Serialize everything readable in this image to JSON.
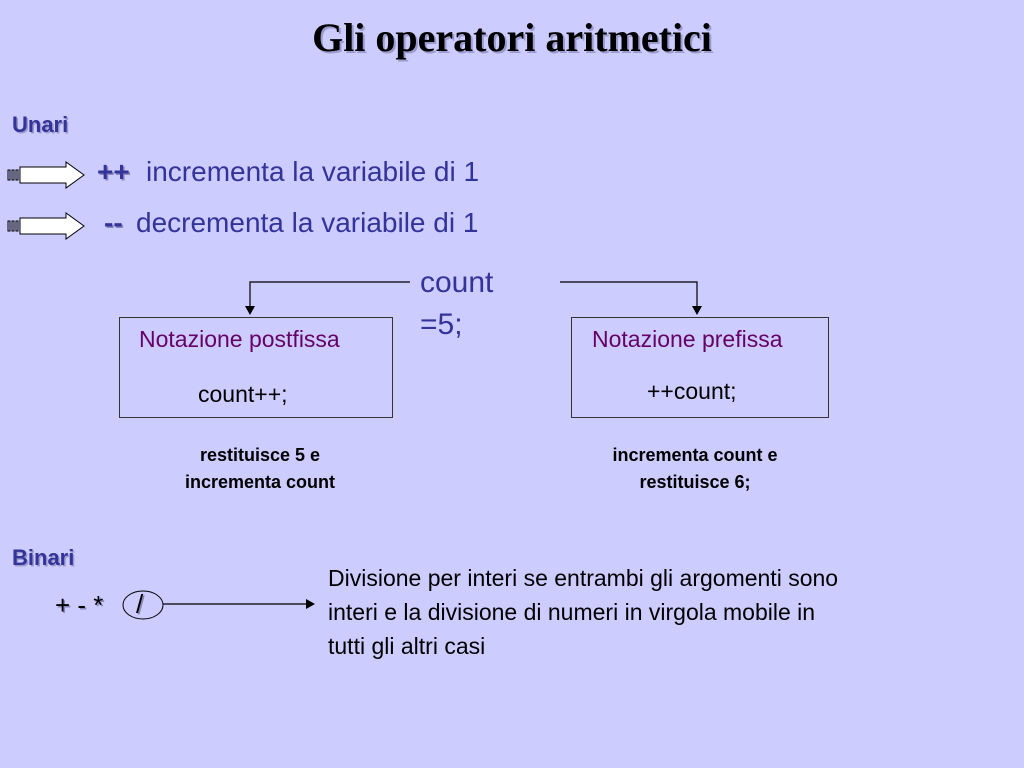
{
  "title": "Gli operatori aritmetici",
  "unari": {
    "heading": "Unari",
    "items": [
      {
        "symbol": "++",
        "text": "incrementa la variabile di 1"
      },
      {
        "symbol": "--",
        "text": "decrementa la variabile di 1"
      }
    ]
  },
  "example": {
    "center_line1": "count",
    "center_line2": "=5;",
    "postfix": {
      "title": "Notazione postfissa",
      "code": "count++;",
      "note_line1": "restituisce 5 e",
      "note_line2": "incrementa count"
    },
    "prefix": {
      "title": "Notazione prefissa",
      "code": "++count;",
      "note_line1": "incrementa count e",
      "note_line2": "restituisce 6;"
    }
  },
  "binari": {
    "heading": "Binari",
    "operators": "+ - *",
    "division": "/",
    "description_lines": [
      "Divisione per interi se entrambi gli argomenti sono",
      "interi e la divisione di numeri in virgola mobile in",
      "tutti gli altri casi"
    ]
  },
  "colors": {
    "background": "#ccccff",
    "accent": "#33339a",
    "box_title": "#660066"
  }
}
